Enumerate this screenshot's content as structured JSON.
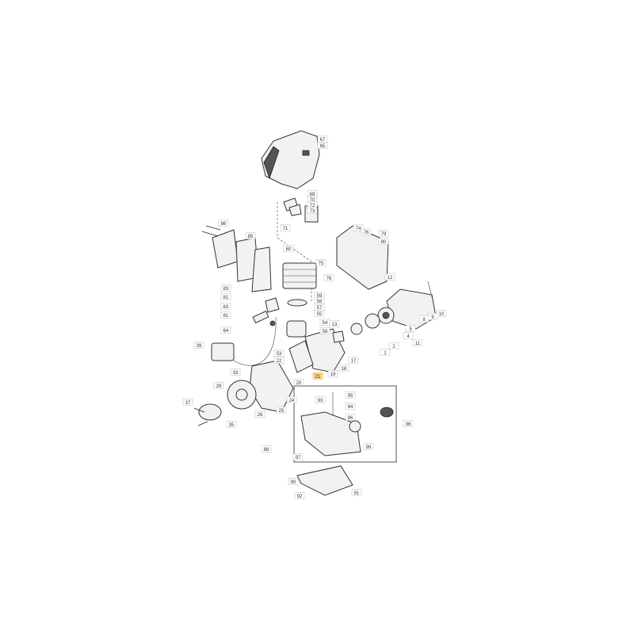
{
  "diagram": {
    "highlight_color": "#f7d774",
    "highlighted_label": "21",
    "labels": [
      "67",
      "65",
      "69",
      "70",
      "72",
      "73",
      "71",
      "86",
      "85",
      "60",
      "74",
      "76",
      "79",
      "80",
      "75",
      "78",
      "12",
      "10",
      "9",
      "8",
      "83",
      "81",
      "63",
      "61",
      "64",
      "59",
      "58",
      "57",
      "55",
      "54",
      "56",
      "13",
      "5",
      "4",
      "11",
      "2",
      "1",
      "17",
      "18",
      "19",
      "21",
      "53",
      "22",
      "20",
      "39",
      "33",
      "24",
      "25",
      "26",
      "29",
      "37",
      "35",
      "93",
      "95",
      "94",
      "96",
      "98",
      "99",
      "88",
      "97",
      "90",
      "92",
      "91"
    ]
  }
}
